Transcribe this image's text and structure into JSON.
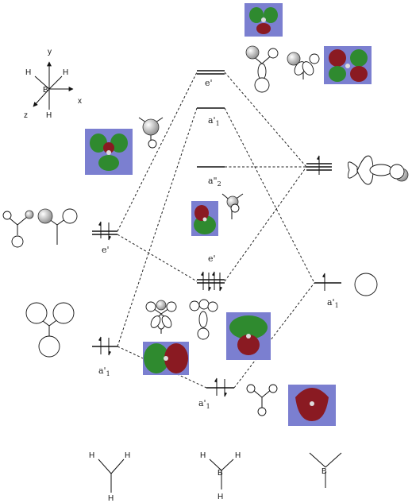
{
  "axes": {
    "x": "x",
    "y": "y",
    "z": "z"
  },
  "atoms": {
    "boron": "B",
    "hydrogen": "H",
    "carbon": ""
  },
  "levels": {
    "left_e": "e'",
    "left_a1": "a'",
    "left_a1_sub": "1",
    "center_e_top": "e'",
    "center_a1_top": "a'",
    "center_a1_top_sub": "1",
    "center_a2": "a\"",
    "center_a2_sub": "2",
    "center_e_bonding": "e'",
    "center_a1_bonding": "a'",
    "center_a1_bonding_sub": "1",
    "right_a1": "a'",
    "right_a1_sub": "1"
  }
}
